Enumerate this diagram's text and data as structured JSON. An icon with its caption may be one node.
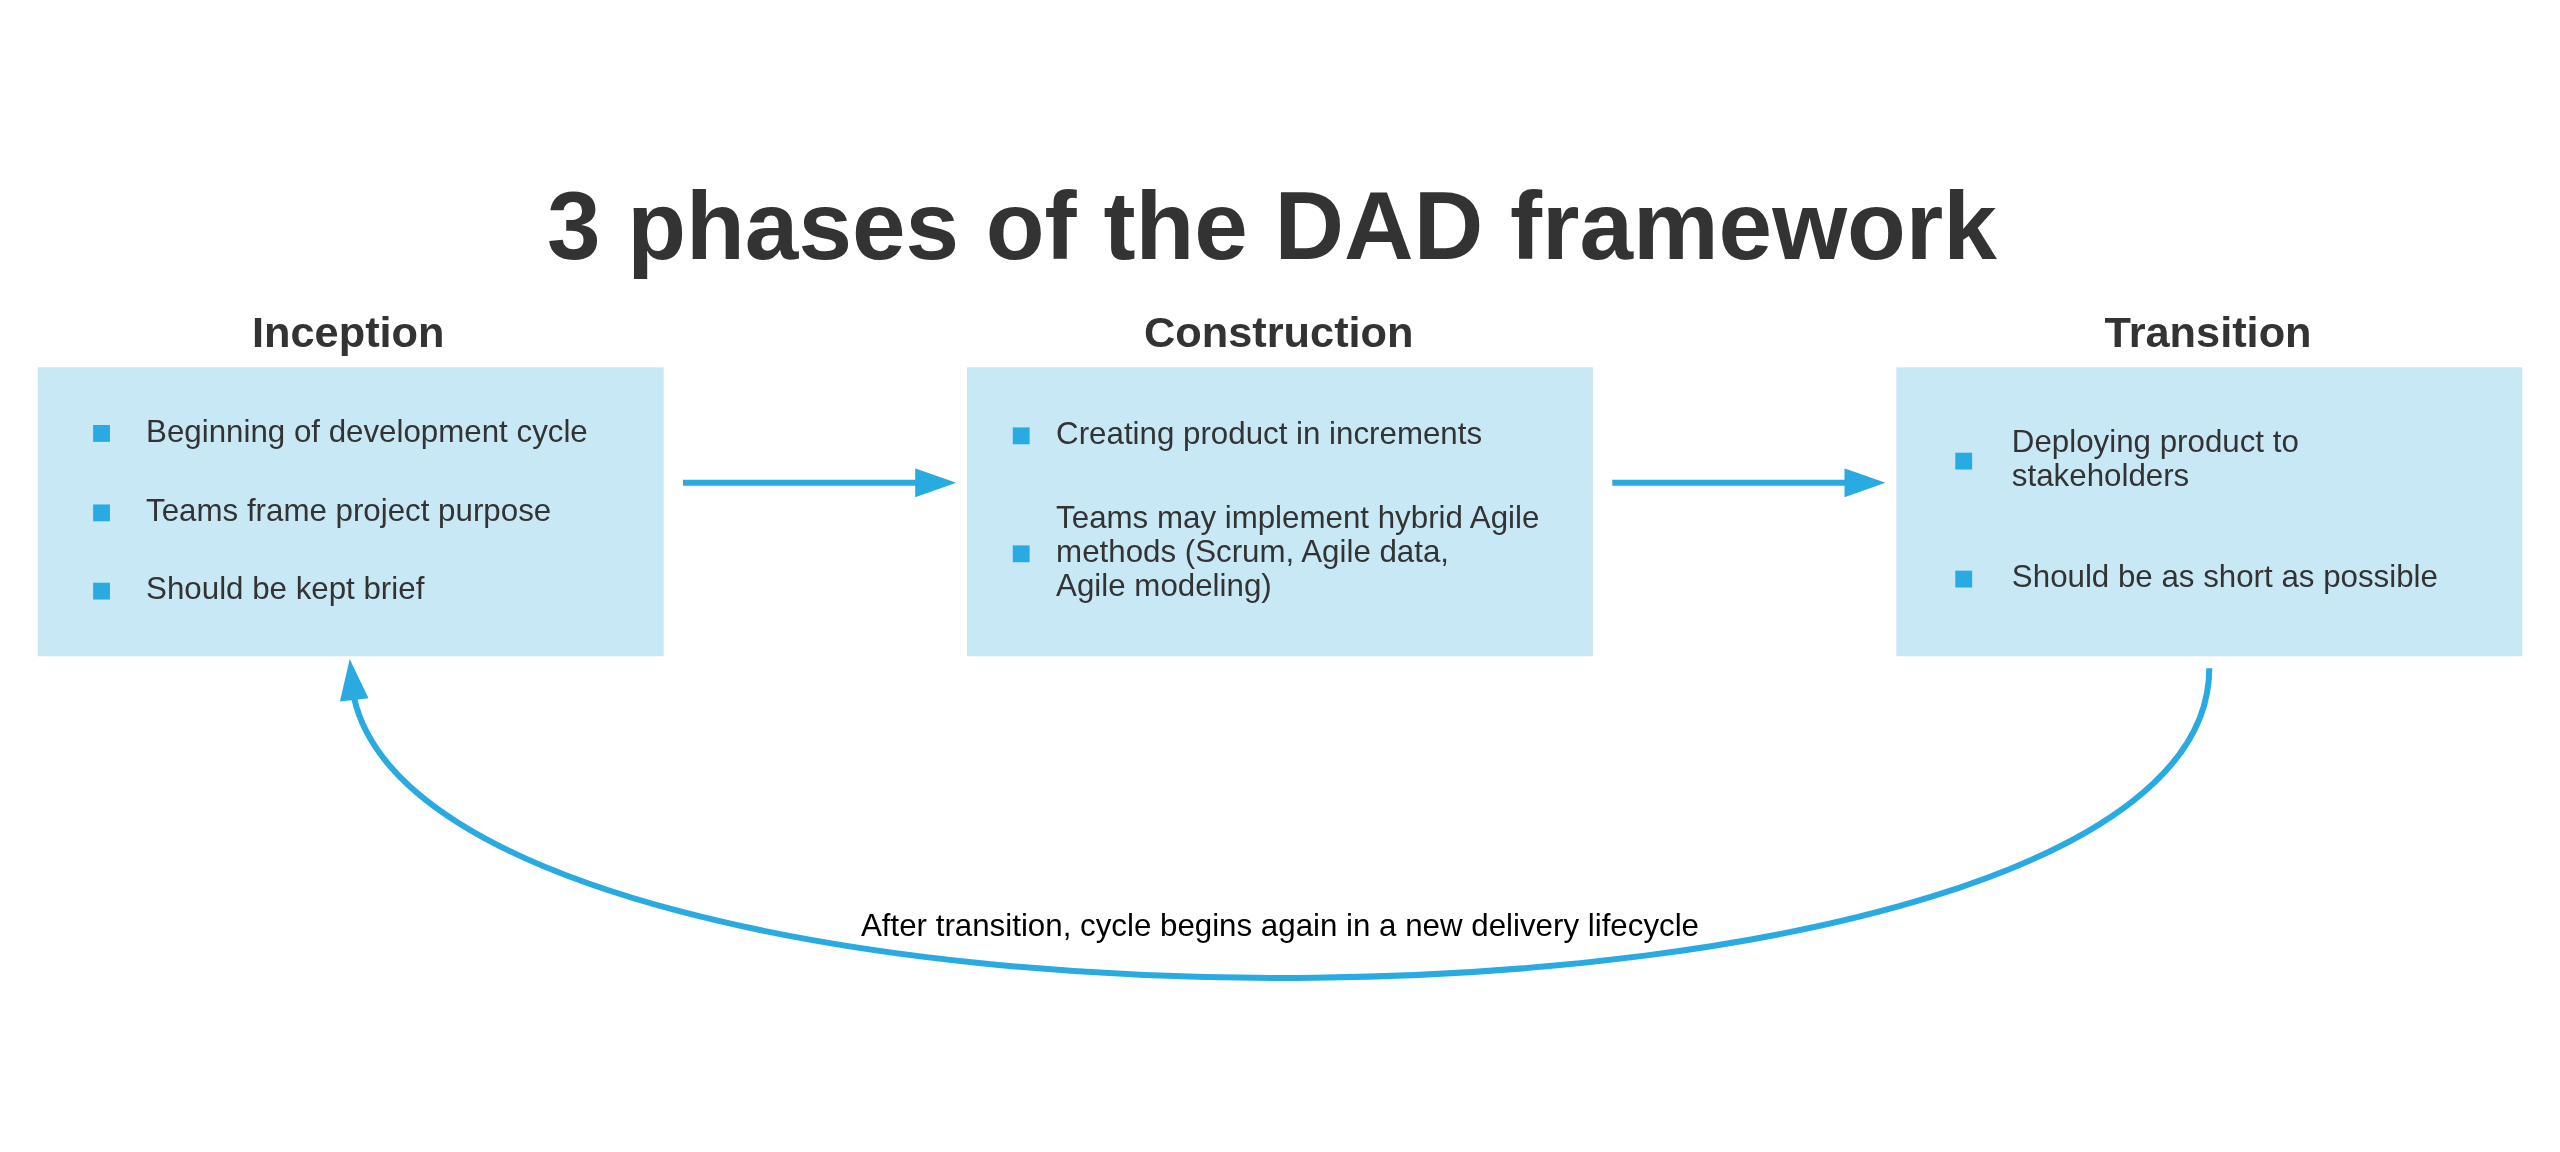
{
  "diagram": {
    "title": "3 phases of the DAD framework",
    "nodes": [
      {
        "text": [
          "Inception",
          "Beginning of development cycle",
          "Teams frame project purpose",
          "Should be kept brief"
        ]
      },
      {
        "text": [
          "Construction",
          "Creating product in increments",
          "Teams may implement hybrid Agile methods (Scrum, Agile data, Agile modeling)"
        ]
      },
      {
        "text": [
          "Transition",
          "Deploying product to stakeholders",
          "Should be as short as possible"
        ]
      }
    ],
    "edges": [
      {
        "from": 0,
        "to": 1,
        "arrow": "to"
      },
      {
        "from": 1,
        "to": 2,
        "arrow": "to"
      },
      {
        "from": 2,
        "to": 0,
        "arrow": "to",
        "label": "After transition, cycle begins again in a new delivery lifecycle"
      }
    ]
  }
}
